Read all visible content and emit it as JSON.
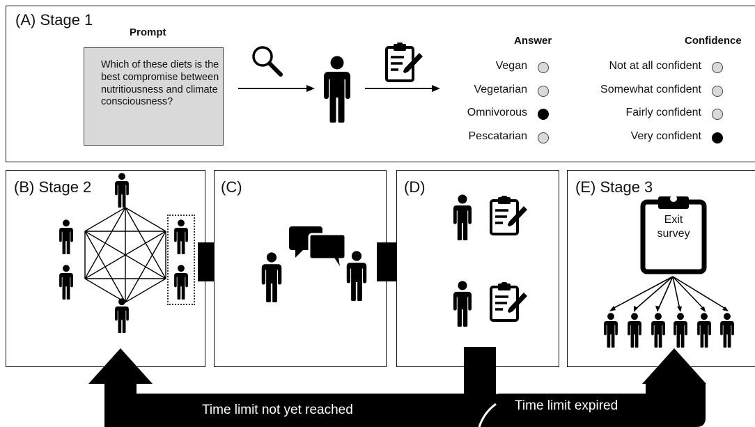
{
  "stage1": {
    "label": "(A) Stage 1",
    "prompt_header": "Prompt",
    "prompt_text": "Which of these diets is the best compromise between nutritiousness and climate consciousness?",
    "answer_header": "Answer",
    "confidence_header": "Confidence",
    "answers": [
      {
        "label": "Vegan",
        "selected": false
      },
      {
        "label": "Vegetarian",
        "selected": false
      },
      {
        "label": "Omnivorous",
        "selected": true
      },
      {
        "label": "Pescatarian",
        "selected": false
      }
    ],
    "confidence": [
      {
        "label": "Not at all confident",
        "selected": false
      },
      {
        "label": "Somewhat confident",
        "selected": false
      },
      {
        "label": "Fairly confident",
        "selected": false
      },
      {
        "label": "Very confident",
        "selected": true
      }
    ]
  },
  "stage2": {
    "label": "(B) Stage 2"
  },
  "panel_c": {
    "label": "(C)"
  },
  "panel_d": {
    "label": "(D)"
  },
  "stage3": {
    "label": "(E) Stage 3",
    "survey_text": "Exit survey"
  },
  "loop": {
    "not_reached": "Time limit not yet reached",
    "expired": "Time limit expired"
  },
  "icons": [
    "magnifier-icon",
    "clipboard-pencil-icon",
    "person-icon",
    "speech-bubbles-icon",
    "clipboard-icon"
  ],
  "colors": {
    "prompt_bg": "#d9d9d9",
    "arrow_fill": "#000000",
    "text": "#111111"
  }
}
